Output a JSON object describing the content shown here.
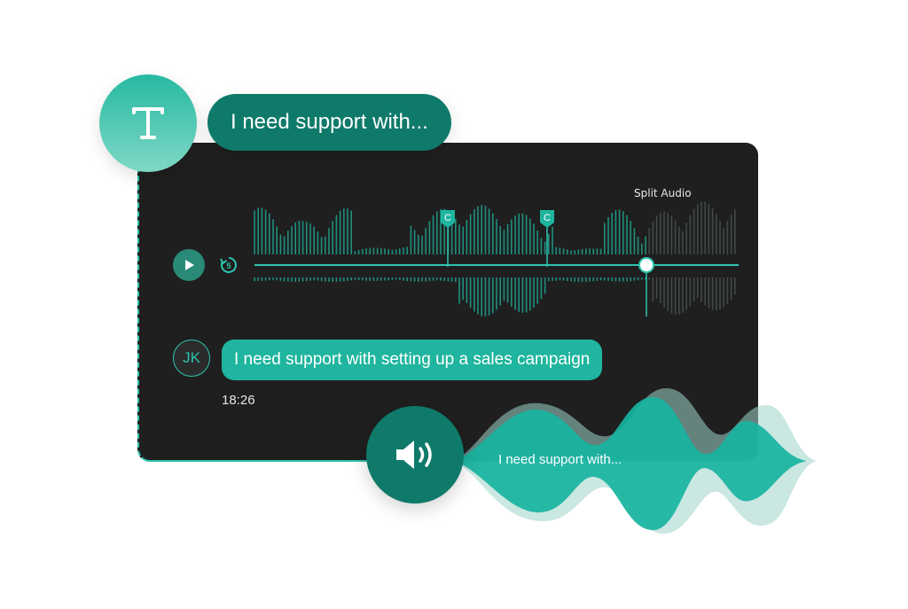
{
  "prompt_bubble": {
    "text": "I need support with..."
  },
  "panel": {
    "split_label": "Split Audio",
    "markers": [
      "C",
      "C"
    ],
    "playback_progress": 0.81,
    "message": {
      "initials": "JK",
      "text": "I need support with setting up a sales campaign",
      "time": "18:26"
    }
  },
  "voice": {
    "caption": "I need support with..."
  },
  "icons": {
    "text": "text-format-icon",
    "play": "play-icon",
    "replay": "replay-5-icon",
    "speaker": "speaker-icon"
  },
  "colors": {
    "accent": "#2ec4ae",
    "dark_teal": "#0f7a6a",
    "panel_bg": "#1f1f1f",
    "bubble": "#1fb59e"
  }
}
